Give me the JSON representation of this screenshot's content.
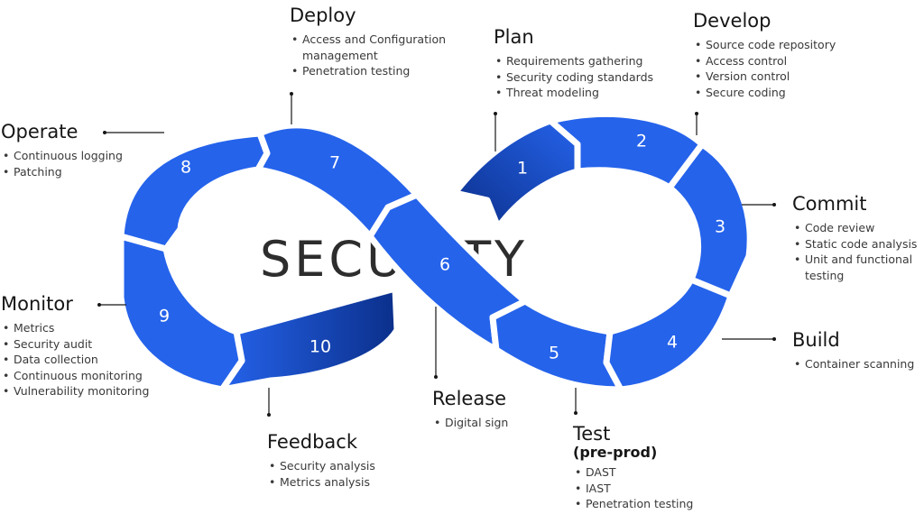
{
  "center_word": "SECURITY",
  "colors": {
    "segment": "#2563eb",
    "segment_dark": "#0b2f8a"
  },
  "segments": [
    "1",
    "2",
    "3",
    "4",
    "5",
    "6",
    "7",
    "8",
    "9",
    "10"
  ],
  "stages": {
    "deploy": {
      "title": "Deploy",
      "items": [
        "Access and Configuration",
        "management",
        "Penetration testing"
      ]
    },
    "plan": {
      "title": "Plan",
      "items": [
        "Requirements gathering",
        "Security coding standards",
        "Threat modeling"
      ]
    },
    "develop": {
      "title": "Develop",
      "items": [
        "Source code repository",
        "Access control",
        "Version control",
        "Secure coding"
      ]
    },
    "operate": {
      "title": "Operate",
      "items": [
        "Continuous logging",
        "Patching"
      ]
    },
    "commit": {
      "title": "Commit",
      "items": [
        "Code review",
        "Static code analysis",
        "Unit and functional",
        "testing"
      ]
    },
    "monitor": {
      "title": "Monitor",
      "items": [
        "Metrics",
        "Security audit",
        "Data collection",
        "Continuous monitoring",
        "Vulnerability monitoring"
      ]
    },
    "build": {
      "title": "Build",
      "items": [
        "Container scanning"
      ]
    },
    "release": {
      "title": "Release",
      "items": [
        "Digital sign"
      ]
    },
    "feedback": {
      "title": "Feedback",
      "items": [
        "Security analysis",
        "Metrics analysis"
      ]
    },
    "test": {
      "title": "Test",
      "subtitle": "(pre-prod)",
      "items": [
        "DAST",
        "IAST",
        "Penetration testing"
      ]
    }
  }
}
